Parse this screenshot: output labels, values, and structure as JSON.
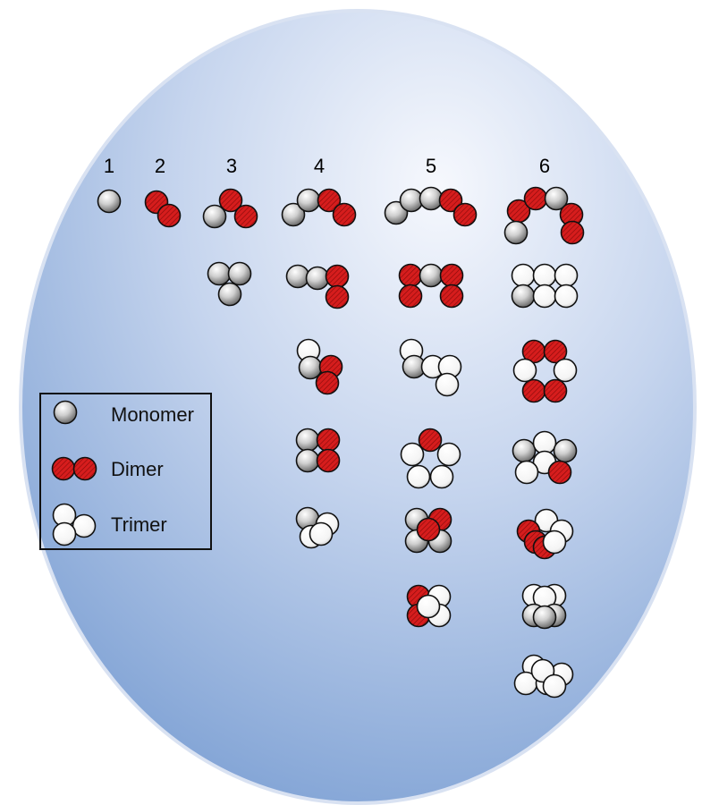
{
  "columns": [
    {
      "label": "1"
    },
    {
      "label": "2"
    },
    {
      "label": "3"
    },
    {
      "label": "4"
    },
    {
      "label": "5"
    },
    {
      "label": "6"
    }
  ],
  "legend": {
    "items": [
      {
        "label": "Monomer",
        "kind": "monomer"
      },
      {
        "label": "Dimer",
        "kind": "dimer"
      },
      {
        "label": "Trimer",
        "kind": "trimer"
      }
    ]
  },
  "colors": {
    "background_ellipse_top": "#eef2fa",
    "background_ellipse_bottom": "#8eaedb",
    "dimer_red": "#d42020",
    "monomer_gray": "#9a9a9a",
    "trimer_white": "#f7f7f7",
    "outline": "#111111"
  }
}
